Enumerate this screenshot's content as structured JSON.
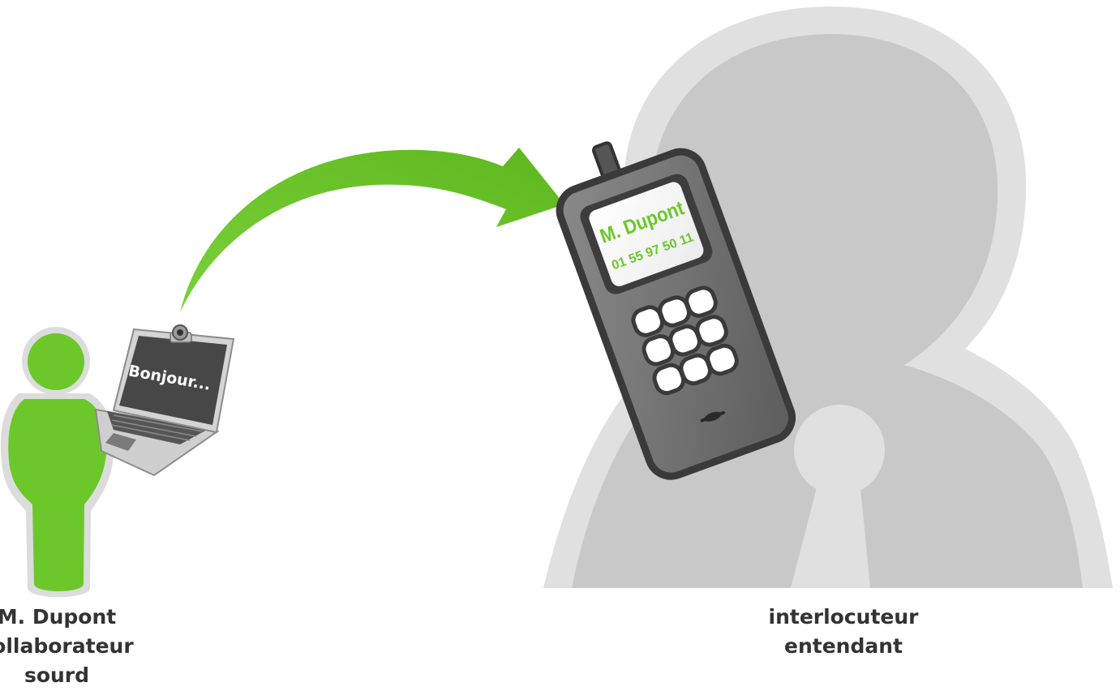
{
  "laptop": {
    "screen_text": "Bonjour..."
  },
  "phone": {
    "screen_name": "M. Dupont",
    "screen_number": "01 55 97 50 11"
  },
  "left_caption": {
    "line1": "M. Dupont",
    "line2": "collaborateur",
    "line3": "sourd"
  },
  "right_caption": {
    "line1": "interlocuteur",
    "line2": "entendant"
  },
  "colors": {
    "accent_green": "#6cc72a",
    "person_grey": "#c9c9c9",
    "person_outline": "#e1e1e1",
    "text": "#333333"
  }
}
